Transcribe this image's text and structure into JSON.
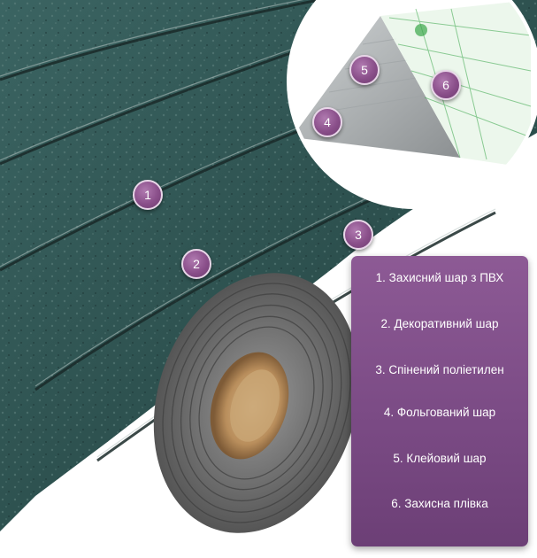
{
  "markers": [
    "1",
    "2",
    "3",
    "4",
    "5",
    "6"
  ],
  "legend": {
    "items": [
      "1. Захисний шар з ПВХ",
      "2. Декоративний шар",
      "3. Спінений поліетилен",
      "4. Фольгований шар",
      "5. Клейовий шар",
      "6. Захисна плівка"
    ]
  },
  "colors": {
    "material": "#2f5350",
    "accent": "#7b4b85",
    "foam": "#6f6f6f"
  }
}
